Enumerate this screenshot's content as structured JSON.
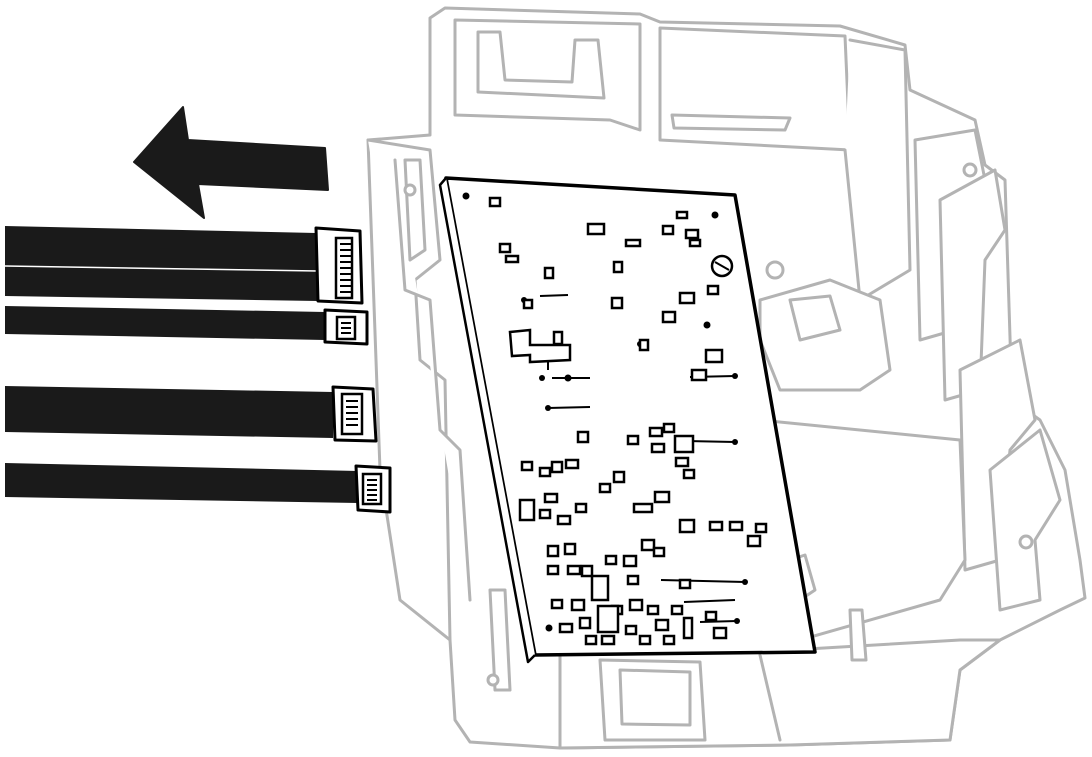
{
  "figure": {
    "description_free": true,
    "arrow_direction": "left",
    "cable_count": 4,
    "colors": {
      "background": "#ffffff",
      "housing_line": "#b3b3b3",
      "board_line": "#000000",
      "cable": "#1a1a1a",
      "arrow": "#1a1a1a"
    },
    "icons": [
      "removal-arrow-icon",
      "ribbon-cable-connector",
      "control-circuit-board",
      "plastic-housing"
    ]
  }
}
